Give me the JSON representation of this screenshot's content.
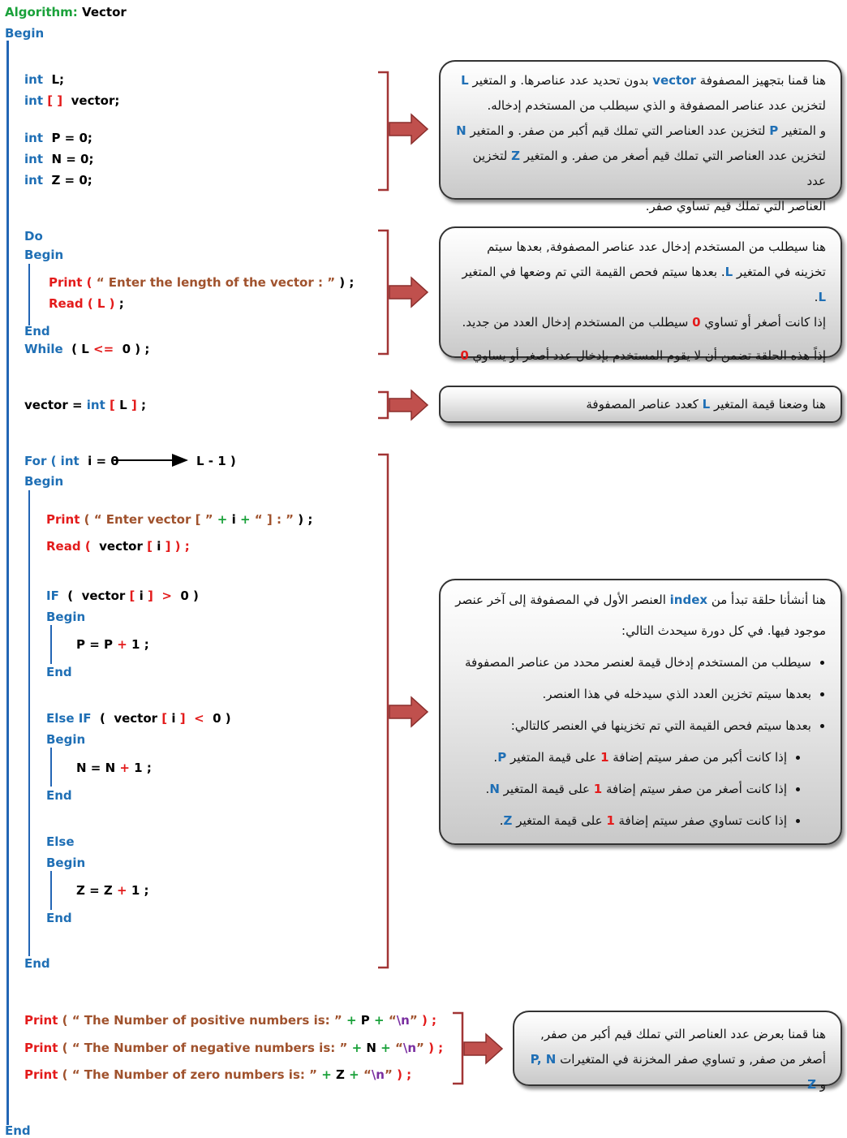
{
  "header": {
    "algorithm_label": "Algorithm:",
    "algorithm_name": "Vector",
    "begin": "Begin",
    "end": "End"
  },
  "decl": {
    "int": "int",
    "brackets": "[ ]",
    "l_var": "L;",
    "vector_var": "vector;",
    "p_assign": "P  =  0;",
    "n_assign": "N  =  0;",
    "z_assign": "Z  =  0;"
  },
  "loop": {
    "do": "Do",
    "begin": "Begin",
    "print": "Print",
    "paren_open": "(",
    "prompt_string": "“ Enter  the  length  of  the  vector :     ”",
    "paren_close_semi": ") ;",
    "read": "Read",
    "read_args": "( L )",
    "semi": ";",
    "end": "End",
    "while": "While",
    "while_open": "( L",
    "le_op": "<=",
    "while_close": "0 ) ;"
  },
  "alloc": {
    "vector_eq": "vector  =",
    "int": "int",
    "br_open": "[",
    "l": "L",
    "br_close": "]",
    "semi": ";"
  },
  "for": {
    "for": "For",
    "paren": "(",
    "int": "int",
    "i_eq": "i = 0",
    "l_minus": "L - 1  )",
    "begin": "Begin",
    "print": "Print",
    "print_open": "( “ Enter  vector  [ ”",
    "plus1": "+",
    "i": "i",
    "plus2": "+",
    "print_str2": "“ ] :   ”",
    "print_close": ") ;",
    "read": "Read",
    "read_open": "(",
    "vector": "vector",
    "idx_open": "[",
    "idx_i": "i",
    "idx_close": "]",
    "read_close": ") ;",
    "if": "IF",
    "if_open": "(",
    "if_vector": "vector",
    "gt": ">",
    "if_close": "0  )",
    "p_line_a": "P  =  P",
    "p_line_b": "1 ;",
    "elseif": "Else  IF",
    "elseif_open": "(",
    "lt": "<",
    "elseif_close": "0  )",
    "n_line_a": "N  =  N",
    "n_line_b": "1 ;",
    "else": "Else",
    "z_line_a": "Z  =  Z",
    "z_line_b": "1 ;",
    "plus": "+",
    "begin_lbl": "Begin",
    "end_lbl": "End"
  },
  "output": {
    "print": "Print",
    "lines": [
      {
        "open": "( “ The  Number  of  positive  numbers  is:  ”",
        "var": "P",
        "nl": "\\n",
        "close": ") ;"
      },
      {
        "open": "( “ The  Number  of  negative  numbers  is:  ”",
        "var": "N",
        "nl": "\\n",
        "close": ") ;"
      },
      {
        "open": "( “ The  Number  of  zero  numbers  is:  ”",
        "var": "Z",
        "nl": "\\n",
        "close": ") ;"
      }
    ],
    "plus": "+",
    "q_open": "“",
    "q_close": "”"
  },
  "notes": {
    "box1": [
      [
        "هنا قمنا بتجهيز المصفوفة ",
        "vector",
        " بدون تحديد عدد عناصرها. و المتغير ",
        "L"
      ],
      [
        "لتخزين عدد عناصر المصفوفة و الذي سيطلب من المستخدم إدخاله."
      ],
      [
        "و المتغير ",
        "P",
        " لتخزين عدد العناصر التي تملك قيم أكبر من صفر. و المتغير ",
        "N"
      ],
      [
        "لتخزين عدد العناصر التي تملك قيم أصغر من صفر. و المتغير ",
        "Z",
        " لتخزين عدد"
      ],
      [
        "العناصر التي تملك قيم تساوي صفر."
      ]
    ],
    "box2": [
      [
        "هنا سيطلب من المستخدم إدخال عدد عناصر المصفوفة, بعدها سيتم"
      ],
      [
        "تخزينه في المتغير ",
        "L",
        ". بعدها سيتم فحص القيمة التي تم وضعها في المتغير ",
        "L",
        "."
      ],
      [
        "إذا كانت أصغر أو تساوي ",
        "0",
        " سيطلب من المستخدم إدخال العدد من جديد."
      ],
      [
        "إذاً هذه الحلقة تضمن أن لا يقوم المستخدم بإدخال عدد أصغر أو يساوي ",
        "0"
      ]
    ],
    "box3": [
      "هنا وضعنا قيمة المتغير ",
      "L",
      " كعدد عناصر المصفوفة"
    ],
    "box4": {
      "intro1": [
        "هنا أنشأنا حلقة تبدأ من ",
        "index",
        " العنصر الأول في المصفوفة إلى آخر عنصر"
      ],
      "intro2": "موجود فيها. في كل دورة سيحدث التالي:",
      "bullets": [
        "سيطلب من المستخدم إدخال قيمة لعنصر محدد من عناصر المصفوفة",
        "بعدها سيتم تخزين العدد الذي سيدخله في هذا العنصر.",
        "بعدها سيتم فحص القيمة التي تم تخزينها في العنصر كالتالي:"
      ],
      "sub": [
        [
          "إذا كانت أكبر من صفر سيتم إضافة ",
          "1",
          " على قيمة المتغير ",
          "P",
          "."
        ],
        [
          "إذا كانت أصغر من صفر سيتم إضافة ",
          "1",
          " على قيمة المتغير ",
          "N",
          "."
        ],
        [
          "إذا كانت تساوي صفر سيتم إضافة ",
          "1",
          " على قيمة المتغير ",
          "Z",
          "."
        ]
      ]
    },
    "box5": [
      [
        "هنا قمنا بعرض عدد العناصر التي تملك قيم أكبر من صفر,"
      ],
      [
        "أصغر من صفر, و تساوي صفر المخزنة في المتغيرات ",
        "P",
        ", ",
        "N",
        " و ",
        "Z"
      ]
    ]
  },
  "colors": {
    "keyword": "#1f6fb5",
    "red": "#e31b1b",
    "string": "#a0522d",
    "green": "#1aa13a",
    "purple": "#7a2fa0",
    "bracket": "#a23535",
    "arrow_fill": "#c0504d"
  },
  "icons": [
    "bracket-arrow-icon",
    "right-arrow-icon"
  ]
}
